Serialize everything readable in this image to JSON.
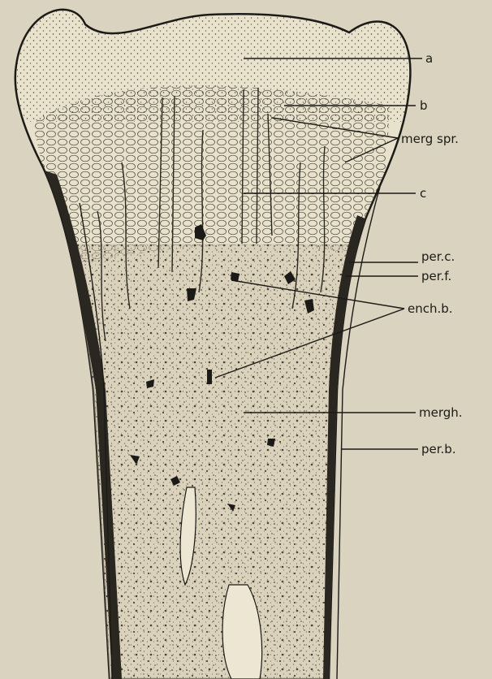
{
  "figure": {
    "labels": {
      "a": "a",
      "b": "b",
      "merg_spr": "merg spr.",
      "c": "c",
      "per_c": "per.c.",
      "per_f": "per.f.",
      "ench_b": "ench.b.",
      "mergh": "mergh.",
      "per_b": "per.b."
    }
  },
  "colors": {
    "paper": "#d9d3bf",
    "ink": "#1c1a17",
    "cartilage": "#e8e1cc",
    "bone": "#cfc7ae"
  }
}
